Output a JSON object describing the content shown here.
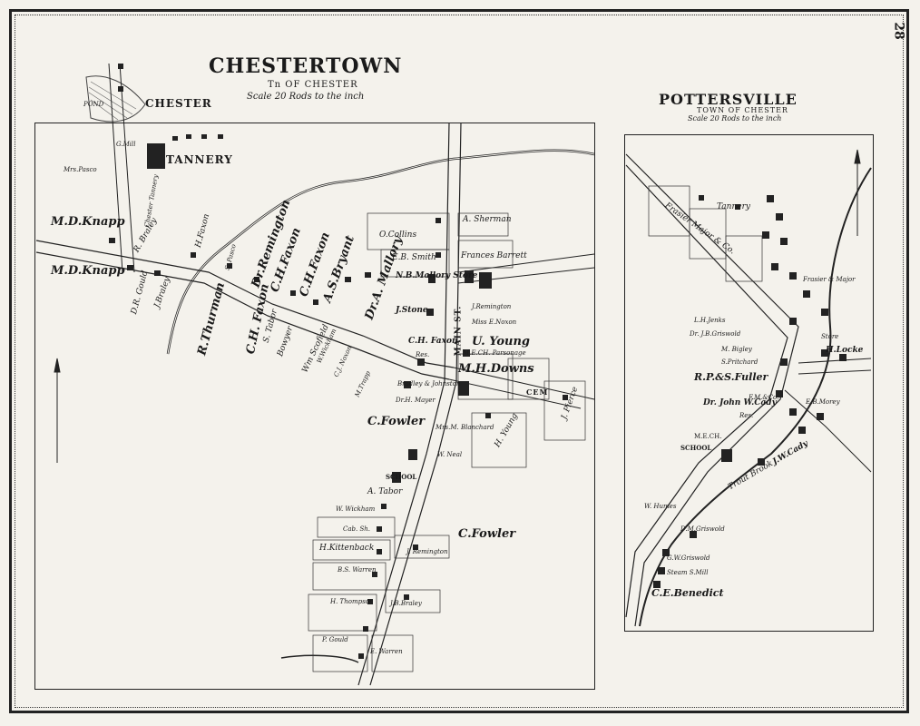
{
  "page_number": "28",
  "chestertown": {
    "title": "CHESTERTOWN",
    "subtitle": "Tn OF CHESTER",
    "scale": "Scale 20 Rods to the inch",
    "labels": {
      "chester": "CHESTER",
      "pond": "POND",
      "tannery": "TANNERY",
      "g_mill": "G.Mill",
      "mrs_pasco": "Mrs.Pasco",
      "md_knapp_1": "M.D.Knapp",
      "md_knapp_2": "M.D.Knapp",
      "r_braley": "R. Braley",
      "cheston_chester_tannery": "Chester Tannery",
      "h_faxon_1": "H.Faxon",
      "dr_gould": "D.R. Gould",
      "j_braley": "J.Braley",
      "r_thurman": "R.Thurman",
      "s_pasco": "S. Pasco",
      "dr_remington": "Dr.Remington",
      "ch_faxon_1": "C.H.Faxon",
      "ch_faxon_2": "C.H.Faxon",
      "as_bryant": "A.S.Bryant",
      "dr_a_mallory": "Dr.A. Mallory",
      "o_collins": "O.Collins",
      "a_sherman": "A. Sherman",
      "eb_smith": "E.B. Smith",
      "frances_barrett": "Frances Barrett",
      "nb_mallory_store": "N.B.Mallory Store",
      "j_remington_1": "J.Remington",
      "ch_faxon_3": "C.H. Faxon",
      "miss_e_noxon": "Miss E.Noxon",
      "u_young": "U. Young",
      "mh_downs": "M.H.Downs",
      "mech_parsonage": "M.E.CH. Parsonage",
      "main_st": "MAIN ST.",
      "j_stone": "J.Stone",
      "wm_scofield": "Wm Scofield",
      "w_wickham": "W.Wickham",
      "cj_noxon": "C.J. Noxon",
      "m_trapp": "M.Trapp",
      "bowyer": "Bowyer",
      "s_tabor": "S. Tabor",
      "c_h_faxon_4": "C.H. Faxon",
      "c_fowler_1": "C.Fowler",
      "mrs_m_blanchard": "Mrs.M. Blanchard",
      "h_young": "H. Young",
      "j_pierce": "J. Pierce",
      "cem": "CEM",
      "w_neal": "W. Neal",
      "a_tabor": "A. Tabor",
      "w_wickham_2": "W. Wickham",
      "cab_sh": "Cab. Sh.",
      "h_kittenback": "H.Kittenback",
      "c_fowler_2": "C.Fowler",
      "j_remington_2": "J. Remington",
      "bs_warren": "B.S. Warren",
      "h_thompson": "H. Thompson",
      "jb_braley": "J.B.Braley",
      "p_gould": "P. Gould",
      "e_warren": "E. Warren",
      "res": "Res.",
      "school": "SCHOOL",
      "dr_h_mayer": "Dr.H. Mayer",
      "bradley_johnston": "Bradley & Johnston"
    }
  },
  "pottersville": {
    "title": "POTTERSVILLE",
    "subtitle": "TOWN OF CHESTER",
    "scale": "Scale 20 Rods to the inch",
    "labels": {
      "tannery": "Tannery",
      "frasier_major_co": "Frasier Major & Co.",
      "frasier_major": "Frasier & Major",
      "lh_jenks": "L.H.Jenks",
      "dr_jb_griswold": "Dr. J.B.Griswold",
      "m_bigley": "M. Bigley",
      "s_pritchard": "S.Pritchard",
      "rp_s_fuller": "R.P.&S.Fuller",
      "h_locke": "H.Locke",
      "fm_co": "F.M.&Co.",
      "dr_john_w_cady": "Dr. John W.Cady",
      "res": "Res.",
      "mech": "M.E.CH.",
      "school": "SCHOOL",
      "jw_cady": "J.W.Cady",
      "trout_brook": "Trout Brook",
      "w_humes": "W. Humes",
      "dm_griswold": "D.M.Griswold",
      "gw_griswold": "G.W.Griswold",
      "steam_mill": "Steam S.Mill",
      "ce_benedict": "C.E.Benedict",
      "h_store": "Store",
      "eb_morey": "E.B.Morey"
    }
  }
}
